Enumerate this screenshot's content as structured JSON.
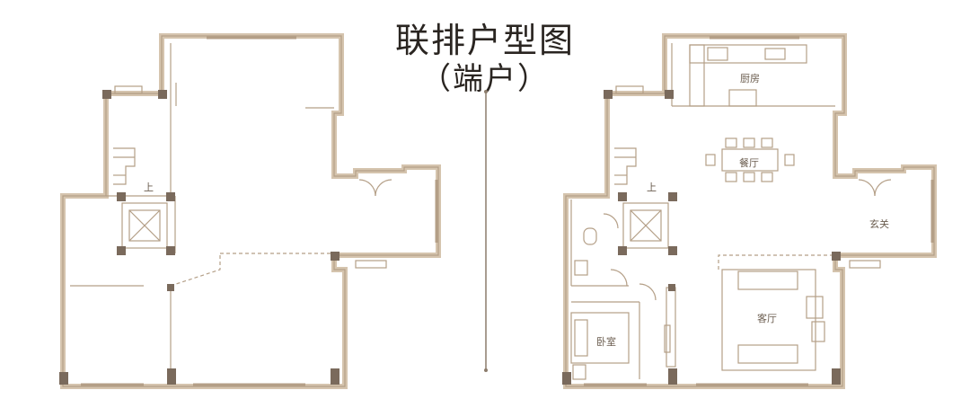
{
  "title": "联排户型图",
  "subtitle": "（端户）",
  "floor_left": {
    "labels": {
      "stair_up": "上"
    }
  },
  "floor_right": {
    "labels": {
      "kitchen": "厨房",
      "dining": "餐厅",
      "foyer": "玄关",
      "living": "客厅",
      "bedroom": "卧室",
      "stair_up": "上"
    }
  },
  "colors": {
    "wall": "#c8b49b",
    "wall_dark": "#9e8c78",
    "line": "#8c7c6c",
    "column": "#7a6a5c",
    "accent_line": "#b09a86",
    "title": "#2a2521"
  }
}
